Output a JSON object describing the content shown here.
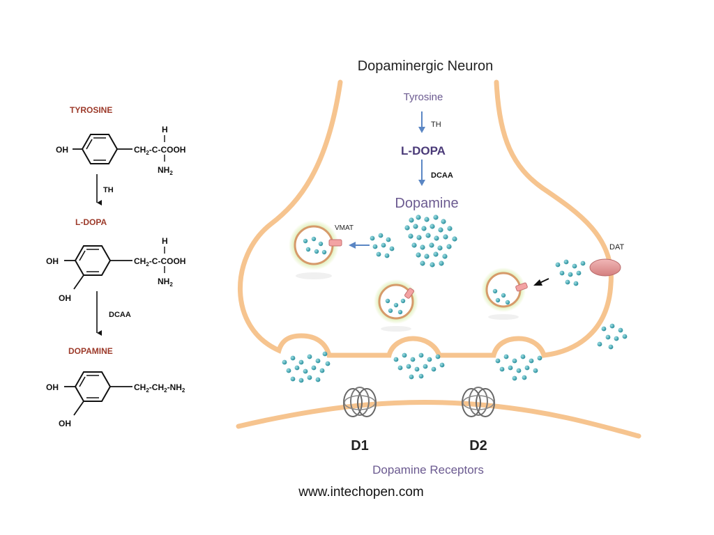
{
  "diagram": {
    "title": "Dopaminergic Neuron",
    "pathway": {
      "tyrosine": "Tyrosine",
      "enzyme1": "TH",
      "ldopa": "L-DOPA",
      "enzyme2": "DCAA",
      "dopamine": "Dopamine"
    },
    "vmat_label": "VMAT",
    "dat_label": "DAT",
    "receptor1": "D1",
    "receptor2": "D2",
    "receptors_caption": "Dopamine Receptors",
    "source": "www.intechopen.com"
  },
  "chemistry": {
    "tyrosine": {
      "name": "TYROSINE",
      "oh": "OH",
      "h": "H",
      "chain_left": "CH",
      "sub2": "2",
      "chain_right": "-C-COOH",
      "nh": "NH",
      "nh_sub": "2"
    },
    "arrow1": "TH",
    "ldopa": {
      "name": "L-DOPA",
      "oh1": "OH",
      "oh2": "OH",
      "h": "H",
      "chain_left": "CH",
      "sub2": "2",
      "chain_right": "-C-COOH",
      "nh": "NH",
      "nh_sub": "2"
    },
    "arrow2": "DCAA",
    "dopamine": {
      "name": "DOPAMINE",
      "oh1": "OH",
      "oh2": "OH",
      "ch_a": "CH",
      "sub_a": "2",
      "ch_b": "-CH",
      "sub_b": "2",
      "nh": "-NH",
      "nh_sub": "2"
    }
  },
  "colors": {
    "membrane": "#f6c48f",
    "dopamine_dot": "#3aa6b2",
    "compound_name": "#9c3a2a",
    "pathway_text": "#6b5a90",
    "arrow_blue": "#5a86c4",
    "vesicle_glow": "#d8eba6",
    "dat": "#e39a9a"
  }
}
